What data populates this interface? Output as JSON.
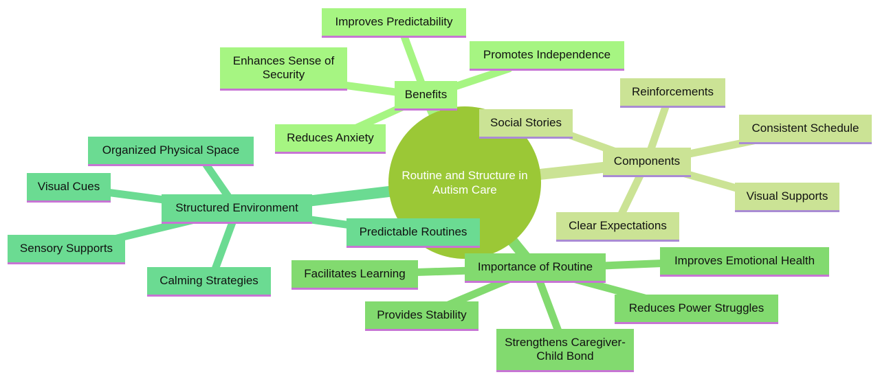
{
  "center": {
    "label": "Routine and Structure in Autism Care"
  },
  "branches": [
    {
      "label": "Benefits",
      "children": [
        "Improves Predictability",
        "Promotes Independence",
        "Enhances Sense of Security",
        "Reduces Anxiety"
      ]
    },
    {
      "label": "Components",
      "children": [
        "Reinforcements",
        "Consistent Schedule",
        "Social Stories",
        "Visual Supports",
        "Clear Expectations"
      ]
    },
    {
      "label": "Structured Environment",
      "children": [
        "Organized Physical Space",
        "Visual Cues",
        "Sensory Supports",
        "Calming Strategies",
        "Predictable Routines"
      ]
    },
    {
      "label": "Importance of Routine",
      "children": [
        "Improves Emotional Health",
        "Facilitates Learning",
        "Reduces Power Struggles",
        "Provides Stability",
        "Strengthens Caregiver-Child Bond"
      ]
    }
  ],
  "colors": {
    "center": "#9bc836",
    "benefits": "#a6f582",
    "components": "#cbe395",
    "structured_environment": "#6bdb92",
    "importance_of_routine": "#82da6f"
  }
}
